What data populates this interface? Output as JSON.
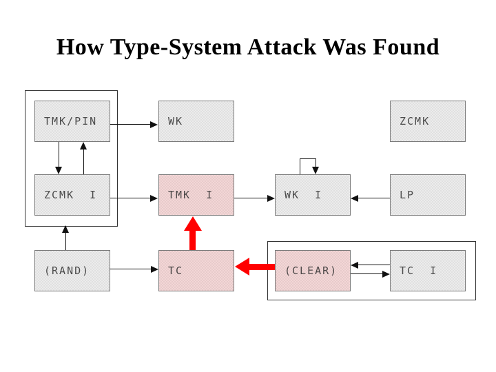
{
  "slide": {
    "title": "How Type-System Attack Was Found"
  },
  "diagram": {
    "boxes": {
      "tmk_pin": {
        "label": "TMK/PIN",
        "variant": "gray"
      },
      "wk": {
        "label": "WK",
        "variant": "gray"
      },
      "zcmk": {
        "label": "ZCMK",
        "variant": "gray"
      },
      "zcmk_i": {
        "label": "ZCMK  I",
        "variant": "gray"
      },
      "tmk_i": {
        "label": "TMK  I",
        "variant": "pink"
      },
      "wk_i": {
        "label": "WK  I",
        "variant": "gray"
      },
      "lp": {
        "label": "LP",
        "variant": "gray"
      },
      "rand": {
        "label": "(RAND)",
        "variant": "gray"
      },
      "tc": {
        "label": "TC",
        "variant": "pink"
      },
      "clear": {
        "label": "(CLEAR)",
        "variant": "pink"
      },
      "tc_i": {
        "label": "TC  I",
        "variant": "gray"
      }
    },
    "groups": [
      {
        "name": "group-tmk-zcmk",
        "contains": [
          "tmk_pin",
          "zcmk_i"
        ]
      },
      {
        "name": "group-clear-tci",
        "contains": [
          "clear",
          "tc_i"
        ]
      }
    ],
    "edges": [
      {
        "from": "tmk_pin",
        "to": "wk",
        "style": "thin"
      },
      {
        "from": "tmk_pin",
        "to": "zcmk_i",
        "style": "thin"
      },
      {
        "from": "zcmk_i",
        "to": "tmk_pin",
        "style": "thin"
      },
      {
        "from": "zcmk_i",
        "to": "tmk_i",
        "style": "thin"
      },
      {
        "from": "rand",
        "to": "group-tmk-zcmk",
        "style": "thin"
      },
      {
        "from": "rand",
        "to": "tc",
        "style": "thin"
      },
      {
        "from": "tmk_i",
        "to": "wk_i",
        "style": "thin"
      },
      {
        "from": "lp",
        "to": "wk_i",
        "style": "thin"
      },
      {
        "from": "wk_i",
        "to": "wk_i",
        "style": "thin-self-loop"
      },
      {
        "from": "tc_i",
        "to": "clear",
        "style": "thin"
      },
      {
        "from": "clear",
        "to": "tc_i",
        "style": "thin"
      },
      {
        "from": "tc",
        "to": "tmk_i",
        "style": "red-thick"
      },
      {
        "from": "clear",
        "to": "tc",
        "style": "red-thick"
      }
    ],
    "colors": {
      "background": "#ffffff",
      "title_color": "#000000",
      "box_gray_fill": "#ececec",
      "box_pink_fill": "#f3d6d6",
      "box_border": "#7a7a7a",
      "group_border": "#333333",
      "line": "#111111",
      "highlight": "#ff0000"
    }
  }
}
